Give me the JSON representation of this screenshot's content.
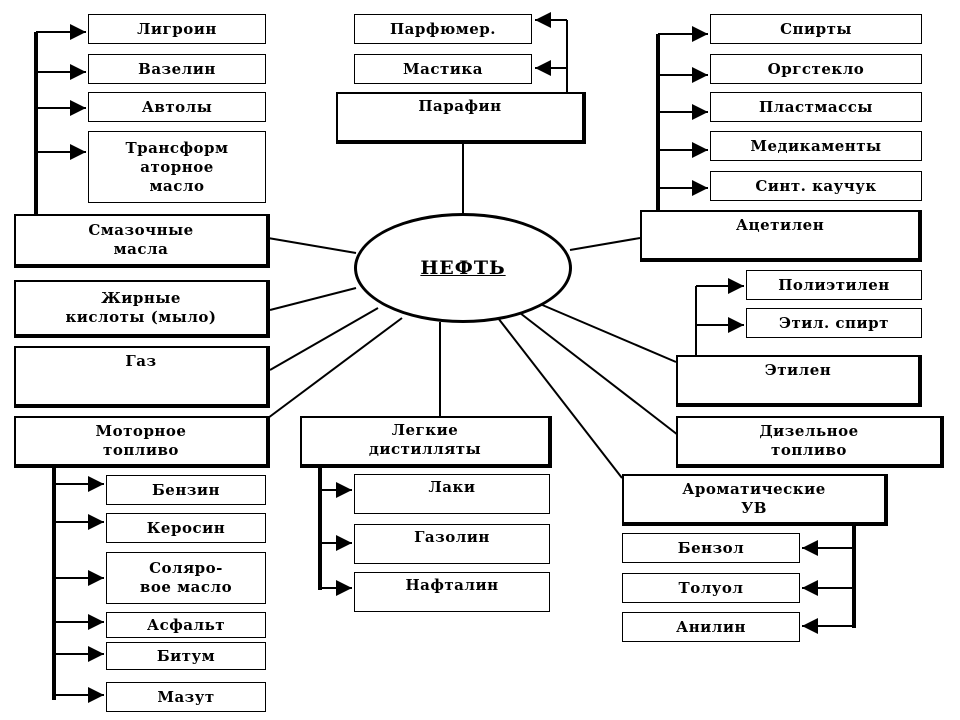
{
  "center": {
    "label": "НЕФТЬ"
  },
  "lubricants": {
    "label": "Смазочные\nмасла",
    "items": [
      "Лигроин",
      "Вазелин",
      "Автолы",
      "Трансформ\nаторное\nмасло"
    ]
  },
  "fatty_acids": {
    "label": "Жирные\nкислоты (мыло)"
  },
  "gas": {
    "label": "Газ"
  },
  "motor_fuel": {
    "label": "Моторное\nтопливо",
    "items": [
      "Бензин",
      "Керосин",
      "Соляро-\nвое масло",
      "Асфальт",
      "Битум",
      "Мазут"
    ]
  },
  "paraffin": {
    "label": "Парафин",
    "items": [
      "Парфюмер.",
      "Мастика"
    ]
  },
  "light_distillates": {
    "label": "Легкие\nдистилляты",
    "items": [
      "Лаки",
      "Газолин",
      "Нафталин"
    ]
  },
  "acetylene": {
    "label": "Ацетилен",
    "items": [
      "Спирты",
      "Оргстекло",
      "Пластмассы",
      "Медикаменты",
      "Синт. каучук"
    ]
  },
  "ethylene": {
    "label": "Этилен",
    "items": [
      "Полиэтилен",
      "Этил. спирт"
    ]
  },
  "diesel": {
    "label": "Дизельное\nтопливо"
  },
  "aromatic": {
    "label": "Ароматические\nУВ",
    "items": [
      "Бензол",
      "Толуол",
      "Анилин"
    ]
  }
}
